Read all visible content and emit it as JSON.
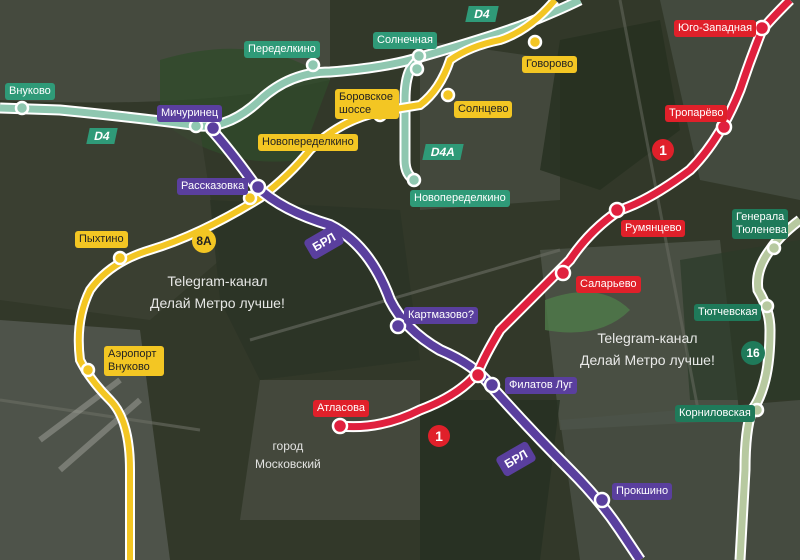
{
  "map": {
    "lines": {
      "d4": {
        "badge": "D4",
        "color": "#8fc7b0",
        "label_color": "#2f9a78"
      },
      "d4a": {
        "badge": "D4A",
        "color": "#8fc7b0",
        "label_color": "#2f9a78"
      },
      "line1": {
        "badge": "1",
        "color": "#e0203e",
        "label_color": "#e0202a"
      },
      "line8a": {
        "badge": "8A",
        "color": "#f3c623",
        "label_color": "#f3c623"
      },
      "brl": {
        "badge": "БРЛ",
        "color": "#5a3f9e",
        "label_color": "#5a3f9e"
      },
      "line16": {
        "badge": "16",
        "color": "#b7c9a0",
        "label_color": "#1f7a5a"
      }
    },
    "stations": {
      "vnukovo": "Внуково",
      "peredelkino": "Переделкино",
      "solnechnaya": "Солнечная",
      "michurinets": "Мичуринец",
      "govorovo": "Говорово",
      "borovskoe": "Боровское шоссе",
      "solntsevo": "Солнцево",
      "novoperedelkino_8a": "Новопеределкино",
      "novoperedelkino_d4a": "Новопеределкино",
      "rasskazovka": "Рассказовка",
      "pykhtino": "Пыхтино",
      "aeroport_vnukovo": "Аэропорт Внуково",
      "yugo_zapadnaya": "Юго-Западная",
      "troparevo": "Тропарёво",
      "rumyantsevo": "Румянцево",
      "salarevo": "Саларьево",
      "kartmazovo": "Картмазово?",
      "filatov_lug": "Филатов Луг",
      "atlasova": "Атласова",
      "prokshino": "Прокшино",
      "generala_tyuleneva": "Генерала Тюленева",
      "tyutchevskaya": "Тютчевская",
      "kornilovskaya": "Корниловская"
    },
    "watermark": {
      "line1": "Telegram-канал",
      "line2": "Делай Метро лучше!"
    },
    "city": {
      "line1": "город",
      "line2": "Московский"
    }
  }
}
